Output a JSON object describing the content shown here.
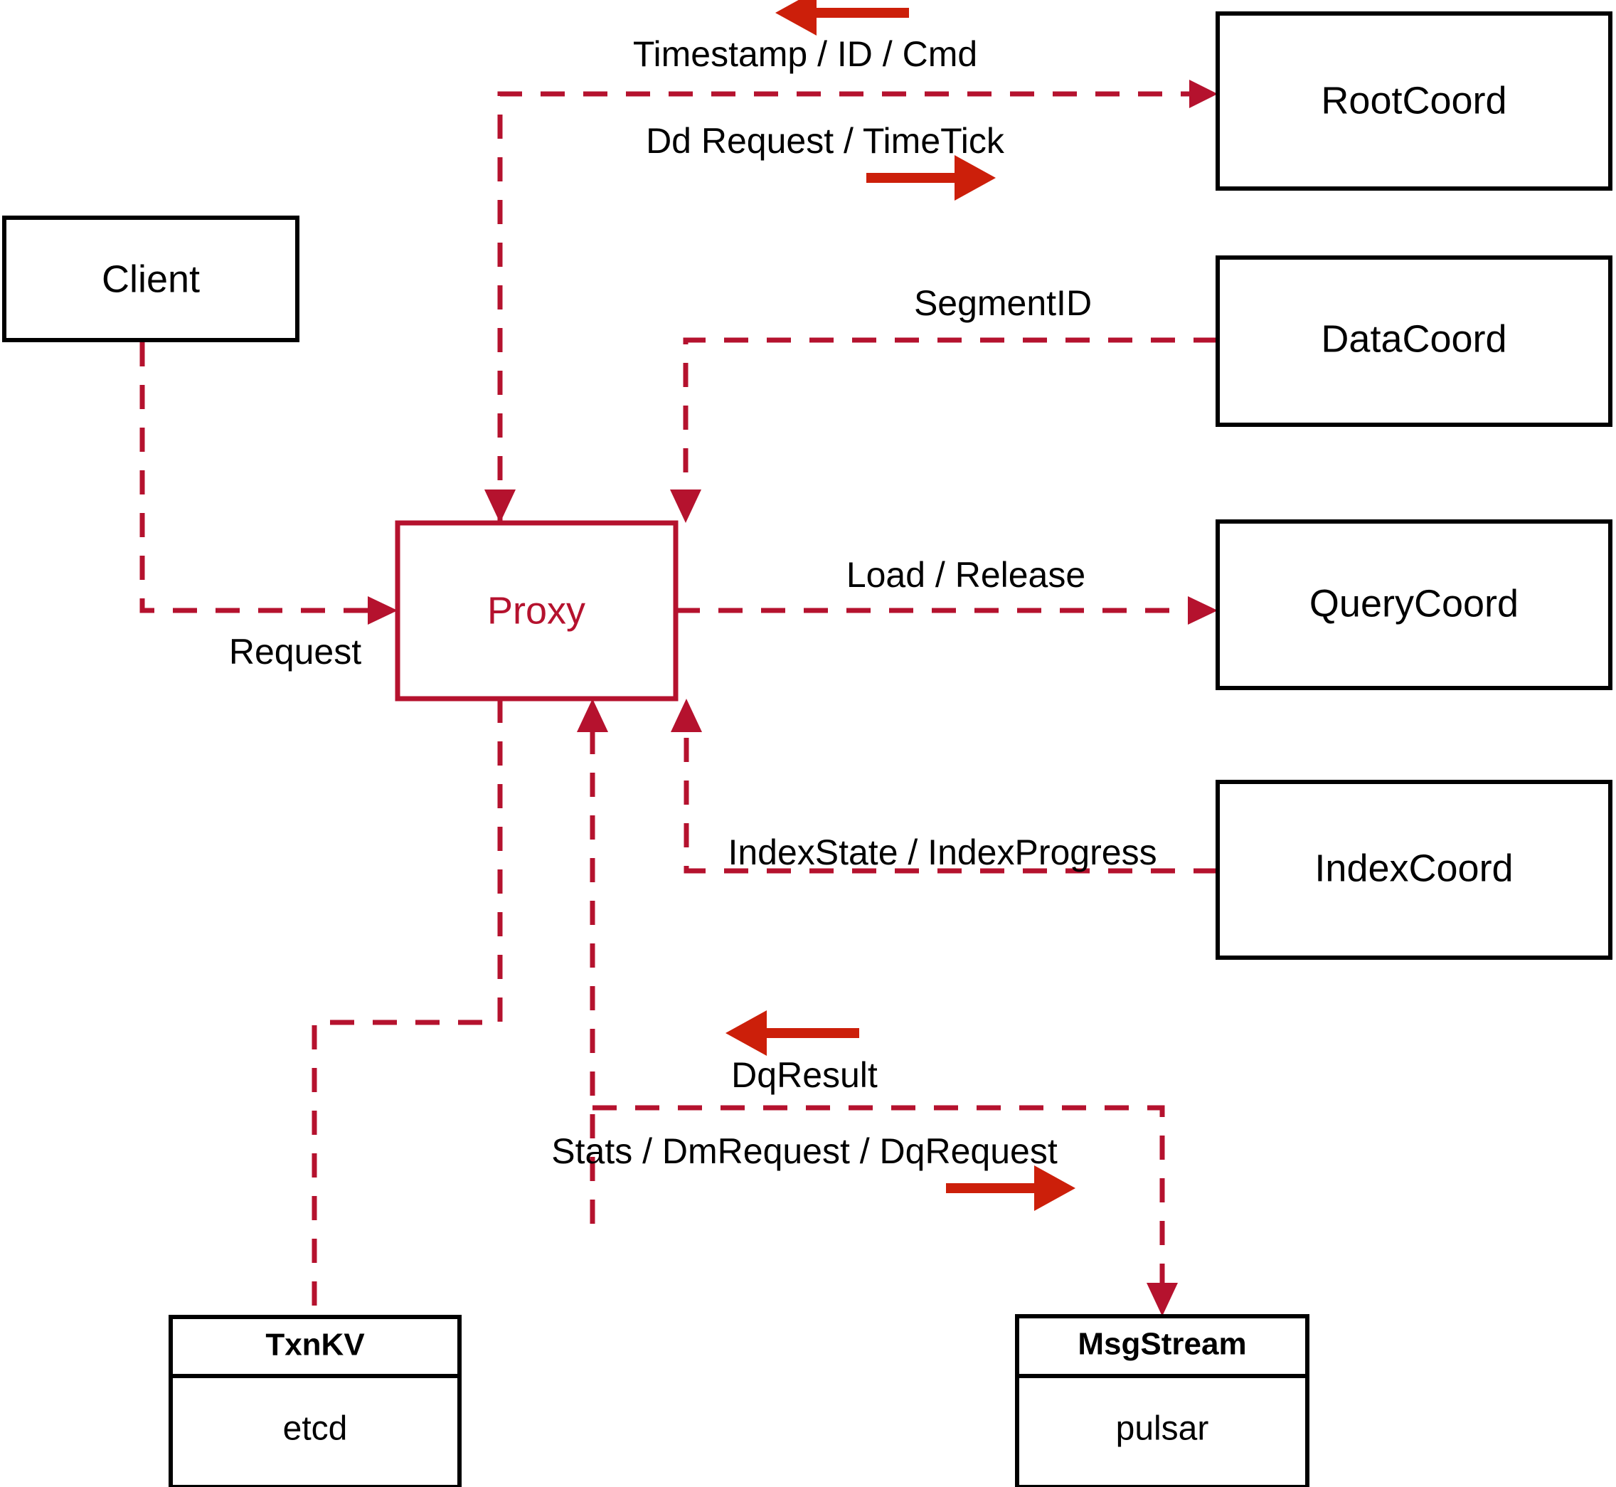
{
  "diagram": {
    "title": "Milvus Proxy component interaction diagram",
    "colors": {
      "connector": "#b5122e",
      "annotation_arrow": "#cc1f0a",
      "box_border": "#000000",
      "proxy_border": "#b5122e",
      "background": "#ffffff"
    }
  },
  "nodes": {
    "client": {
      "label": "Client"
    },
    "proxy": {
      "label": "Proxy"
    },
    "root_coord": {
      "label": "RootCoord"
    },
    "data_coord": {
      "label": "DataCoord"
    },
    "query_coord": {
      "label": "QueryCoord"
    },
    "index_coord": {
      "label": "IndexCoord"
    },
    "txnkv": {
      "title": "TxnKV",
      "impl": "etcd"
    },
    "msgstream": {
      "title": "MsgStream",
      "impl": "pulsar"
    }
  },
  "edges": [
    {
      "id": "timestamp-id-cmd",
      "label": "Timestamp / ID / Cmd",
      "from": "RootCoord",
      "to": "Proxy",
      "direction": "left"
    },
    {
      "id": "dd-request-timetick",
      "label": "Dd Request / TimeTick",
      "from": "Proxy",
      "to": "RootCoord",
      "direction": "right"
    },
    {
      "id": "segment-id",
      "label": "SegmentID",
      "from": "DataCoord",
      "to": "Proxy",
      "direction": "left"
    },
    {
      "id": "load-release",
      "label": "Load / Release",
      "from": "Proxy",
      "to": "QueryCoord",
      "direction": "right"
    },
    {
      "id": "index-state-progress",
      "label": "IndexState / IndexProgress",
      "from": "IndexCoord",
      "to": "Proxy",
      "direction": "left"
    },
    {
      "id": "request",
      "label": "Request",
      "from": "Client",
      "to": "Proxy",
      "direction": "right"
    },
    {
      "id": "dq-result",
      "label": "DqResult",
      "from": "MsgStream",
      "to": "Proxy",
      "direction": "left"
    },
    {
      "id": "stats-dm-dq-request",
      "label": "Stats / DmRequest / DqRequest",
      "from": "Proxy",
      "to": "MsgStream",
      "direction": "right"
    }
  ]
}
